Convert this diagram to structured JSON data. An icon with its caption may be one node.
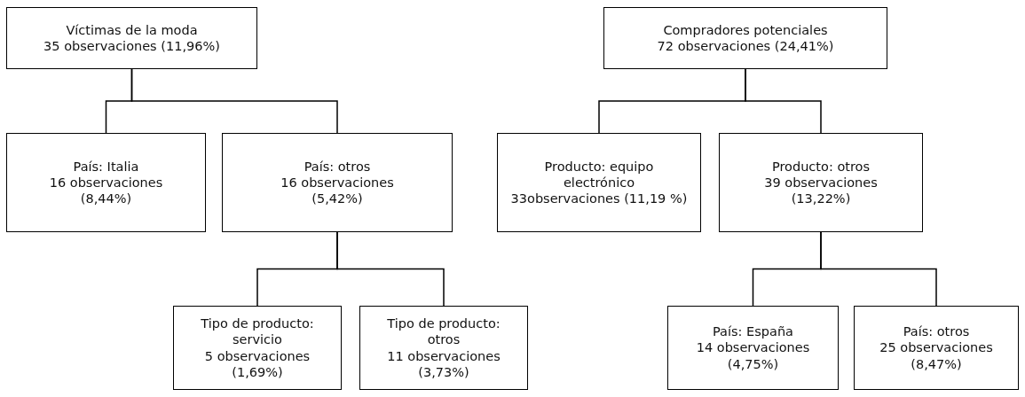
{
  "diagram": {
    "nodes": [
      {
        "text": [
          "Víctimas de la moda",
          "35 observaciones (11,96%)"
        ]
      },
      {
        "text": [
          "País: Italia",
          "16 observaciones (8,44%)"
        ]
      },
      {
        "text": [
          "País: otros",
          "16 observaciones (5,42%)"
        ]
      },
      {
        "text": [
          "Tipo de producto: servicio",
          "5 observaciones (1,69%)"
        ]
      },
      {
        "text": [
          "Tipo de producto: otros",
          "11 observaciones (3,73%)"
        ]
      },
      {
        "text": [
          "Compradores potenciales",
          "72 observaciones (24,41%)"
        ]
      },
      {
        "text": [
          "Producto: equipo electrónico",
          "33observaciones (11,19 %)"
        ]
      },
      {
        "text": [
          "Producto: otros",
          "39 observaciones (13,22%)"
        ]
      },
      {
        "text": [
          "País: España",
          "14 observaciones (4,75%)"
        ]
      },
      {
        "text": [
          "País: otros",
          "25 observaciones (8,47%)"
        ]
      }
    ],
    "edges": [
      {
        "from": 0,
        "to": 1,
        "arrow": "none"
      },
      {
        "from": 0,
        "to": 2,
        "arrow": "none"
      },
      {
        "from": 2,
        "to": 3,
        "arrow": "none"
      },
      {
        "from": 2,
        "to": 4,
        "arrow": "none"
      },
      {
        "from": 5,
        "to": 6,
        "arrow": "none"
      },
      {
        "from": 5,
        "to": 7,
        "arrow": "none"
      },
      {
        "from": 7,
        "to": 8,
        "arrow": "none"
      },
      {
        "from": 7,
        "to": 9,
        "arrow": "none"
      }
    ]
  }
}
